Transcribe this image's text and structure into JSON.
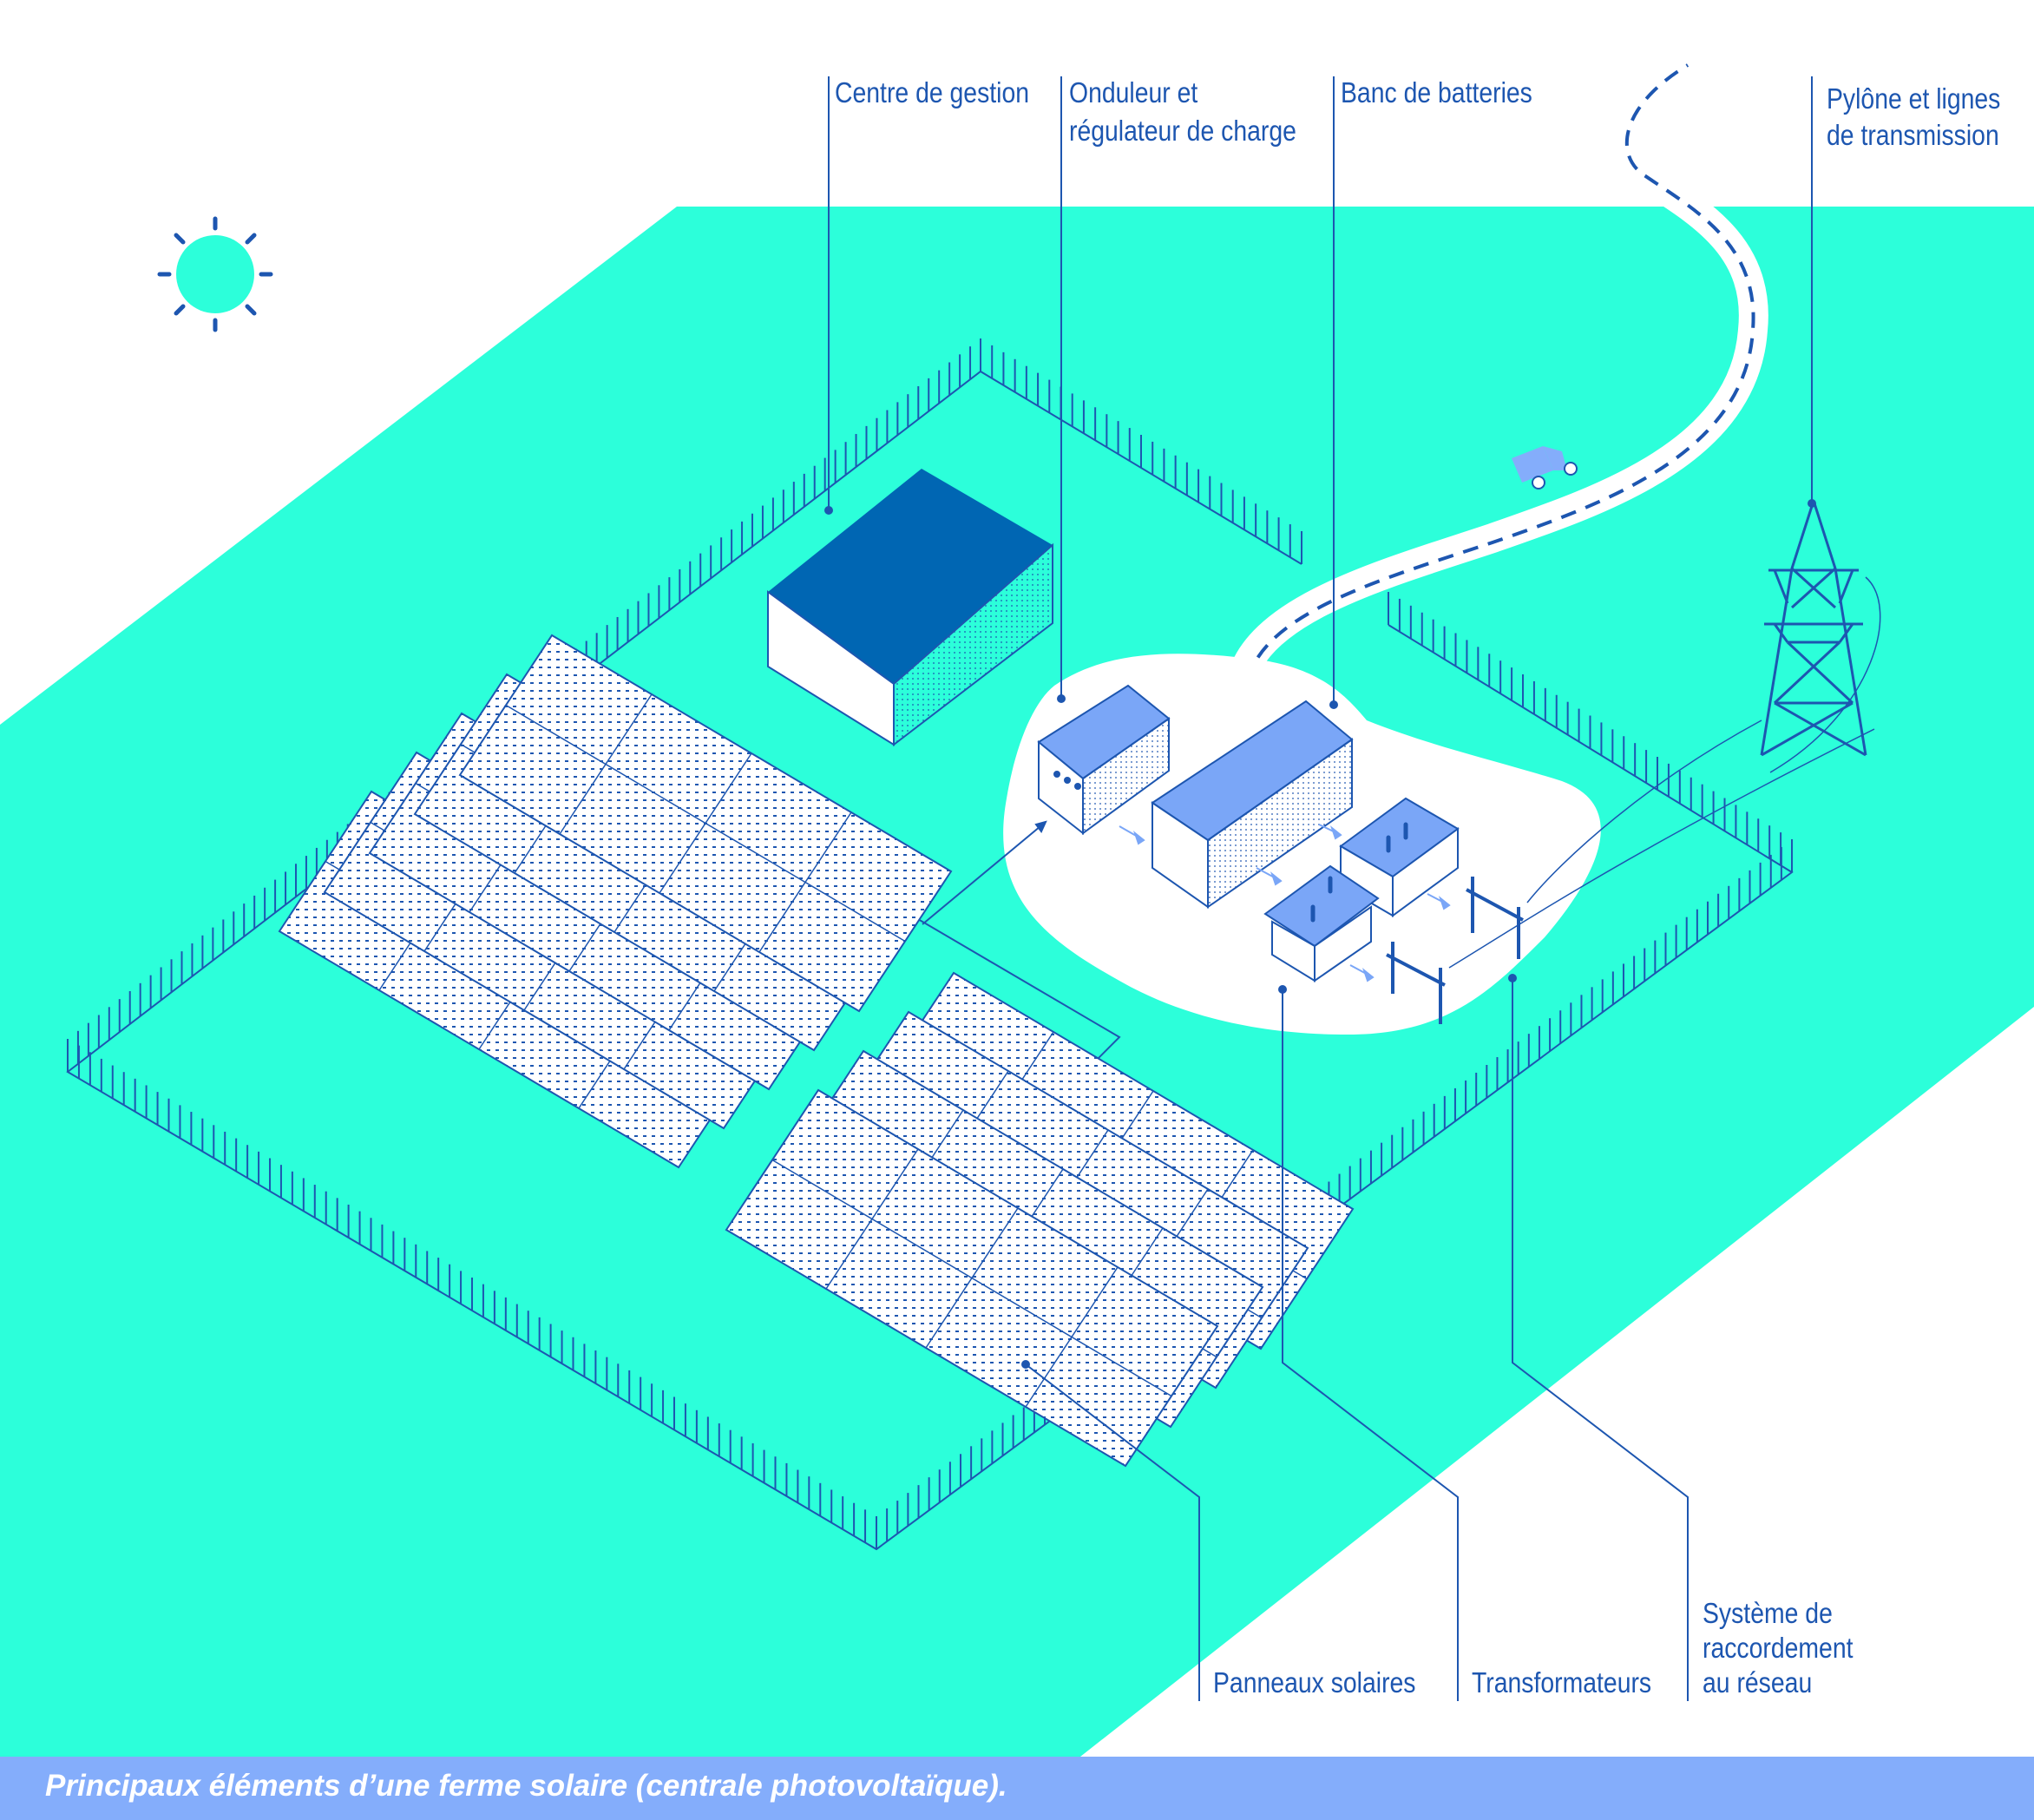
{
  "labels": {
    "centre_gestion": "Centre de gestion",
    "onduleur_line1": "Onduleur et",
    "onduleur_line2": "régulateur de charge",
    "banc_batteries": "Banc de batteries",
    "pylone_line1": "Pylône et lignes",
    "pylone_line2": "de transmission",
    "panneaux": "Panneaux solaires",
    "transformateurs": "Transformateurs",
    "raccordement_line1": "Système de",
    "raccordement_line2": "raccordement",
    "raccordement_line3": "au réseau"
  },
  "caption": "Principaux éléments d’une ferme solaire (centrale photovoltaïque).",
  "colors": {
    "ground": "#2cffda",
    "leader": "#1d56b0",
    "roof_dark": "#0066b3",
    "roof_light": "#7aa6f7",
    "caption_bar": "#84adfb",
    "panel_line": "#1d56b0"
  },
  "icons": [
    "sun-icon",
    "truck-icon",
    "pylon-icon"
  ]
}
